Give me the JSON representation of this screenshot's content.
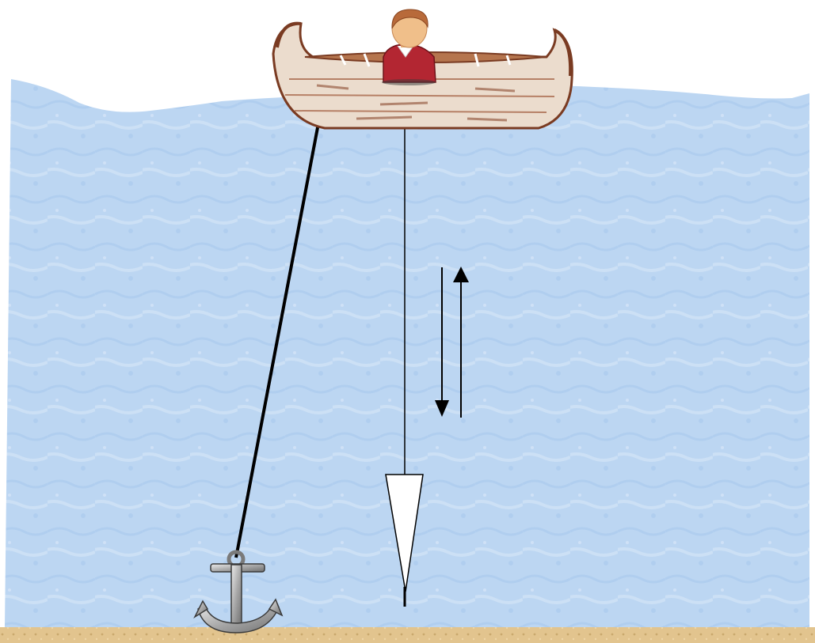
{
  "scene": {
    "colors": {
      "sky": "#ffffff",
      "water": "#bcd6f2",
      "water_texture": "#a9c8ec",
      "seabed": "#e2c48e",
      "canoe_hull": "#e9d8c8",
      "canoe_wood": "#8a4a2e",
      "person_shirt": "#b32632",
      "person_skin": "#f0bf8a",
      "person_hair": "#b86a3a",
      "anchor": "#8c8c8c",
      "rope": "#000000",
      "sounding_weight": "#ffffff"
    },
    "elements": {
      "canoe": "canoe",
      "person": "person-in-canoe",
      "anchor": "anchor",
      "anchor_rope": "anchor-rope",
      "sounding_line": "sounding-line",
      "sounding_weight": "sounding-weight",
      "arrow_down": "arrow-down",
      "arrow_up": "arrow-up"
    }
  }
}
